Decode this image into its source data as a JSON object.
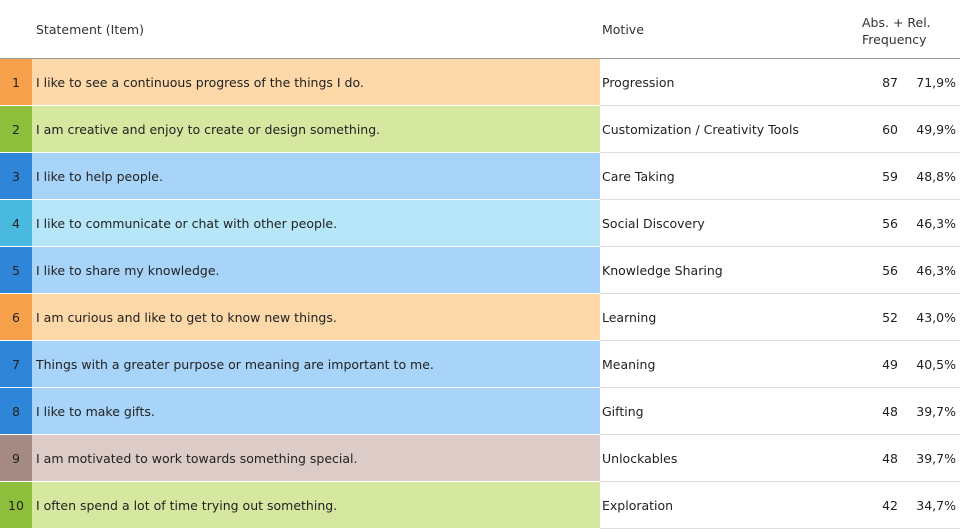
{
  "header": {
    "statement": "Statement (Item)",
    "motive": "Motive",
    "freq_line1": "Abs. + Rel.",
    "freq_line2": "Frequency"
  },
  "rows": [
    {
      "n": "1",
      "statement": "I like to see a continuous progress of the things I do.",
      "motive": "Progression",
      "abs": "87",
      "rel": "71,9%",
      "num_color": "#f6a04b",
      "bg_color": "#fdd8a8"
    },
    {
      "n": "2",
      "statement": "I am creative and enjoy to create or design something.",
      "motive": "Customization / Creativity Tools",
      "abs": "60",
      "rel": "49,9%",
      "num_color": "#8ebf3c",
      "bg_color": "#d6e8a0"
    },
    {
      "n": "3",
      "statement": "I like to help people.",
      "motive": "Care Taking",
      "abs": "59",
      "rel": "48,8%",
      "num_color": "#2f86d8",
      "bg_color": "#a7d4f8"
    },
    {
      "n": "4",
      "statement": "I like to communicate or chat with other people.",
      "motive": "Social Discovery",
      "abs": "56",
      "rel": "46,3%",
      "num_color": "#4ab9df",
      "bg_color": "#b6e6f8"
    },
    {
      "n": "5",
      "statement": "I like to share my knowledge.",
      "motive": "Knowledge Sharing",
      "abs": "56",
      "rel": "46,3%",
      "num_color": "#2f86d8",
      "bg_color": "#a7d4f8"
    },
    {
      "n": "6",
      "statement": "I am curious and like to get to know new things.",
      "motive": "Learning",
      "abs": "52",
      "rel": "43,0%",
      "num_color": "#f6a04b",
      "bg_color": "#fdd8a8"
    },
    {
      "n": "7",
      "statement": "Things with a greater purpose or meaning are important to me.",
      "motive": "Meaning",
      "abs": "49",
      "rel": "40,5%",
      "num_color": "#2f86d8",
      "bg_color": "#a7d4f8"
    },
    {
      "n": "8",
      "statement": "I like to make gifts.",
      "motive": "Gifting",
      "abs": "48",
      "rel": "39,7%",
      "num_color": "#2f86d8",
      "bg_color": "#a7d4f8"
    },
    {
      "n": "9",
      "statement": "I am motivated to work towards something special.",
      "motive": "Unlockables",
      "abs": "48",
      "rel": "39,7%",
      "num_color": "#a58a84",
      "bg_color": "#dccbc7"
    },
    {
      "n": "10",
      "statement": "I often spend a lot of time trying out something.",
      "motive": "Exploration",
      "abs": "42",
      "rel": "34,7%",
      "num_color": "#8ebf3c",
      "bg_color": "#d6e8a0"
    }
  ]
}
